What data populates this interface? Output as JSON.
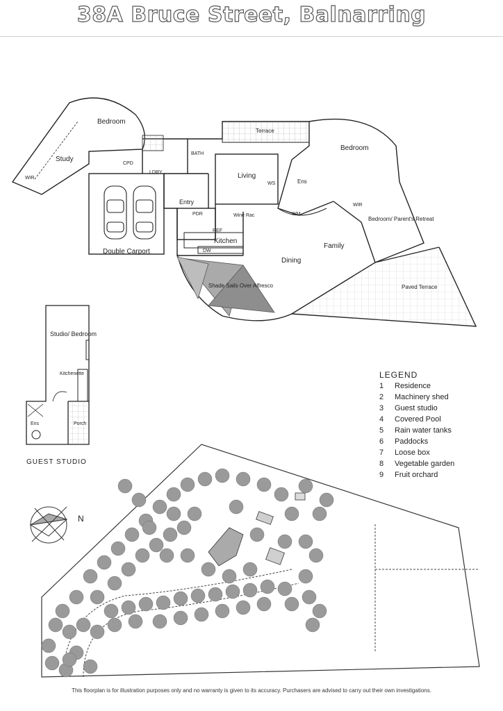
{
  "title": "38A Bruce Street, Balnarring",
  "rooms": {
    "bedroom_left": "Bedroom",
    "study": "Study",
    "wir_left": "WIR",
    "garage": "Double Carport",
    "entry": "Entry",
    "bath": "BATH",
    "laundry": "LDRY",
    "living": "Living",
    "kitchen": "Kitchen",
    "dining": "Dining",
    "family": "Family",
    "terrace_top": "Terrace",
    "bedroom_right": "Bedroom",
    "ens": "Ens",
    "wir_right": "WIR",
    "retreat": "Bedroom/ Parent's Retreat",
    "paved_terrace": "Paved Terrace",
    "shade_sails": "Shade Sails Over Alfresco",
    "studio": "Studio/ Bedroom",
    "kitchenette": "Kitchenette",
    "porch": "Porch",
    "ens_studio": "Ens",
    "cpd": "CPD",
    "ref": "REF",
    "dw": "DW",
    "wine": "Wine Rac",
    "ws": "WS",
    "wm": "WM",
    "pdr": "PDR"
  },
  "caption": "GUEST STUDIO",
  "legend": {
    "title": "LEGEND",
    "items": [
      {
        "num": "1",
        "label": "Residence"
      },
      {
        "num": "2",
        "label": "Machinery shed"
      },
      {
        "num": "3",
        "label": "Guest studio"
      },
      {
        "num": "4",
        "label": "Covered Pool"
      },
      {
        "num": "5",
        "label": "Rain water tanks"
      },
      {
        "num": "6",
        "label": "Paddocks"
      },
      {
        "num": "7",
        "label": "Loose box"
      },
      {
        "num": "8",
        "label": "Vegetable garden"
      },
      {
        "num": "9",
        "label": "Fruit orchard"
      }
    ]
  },
  "compass": "N",
  "disclaimer": "This floorplan is for illustration purposes only and no warranty is given to its accuracy. Purchasers are advised to carry out their own investigations."
}
